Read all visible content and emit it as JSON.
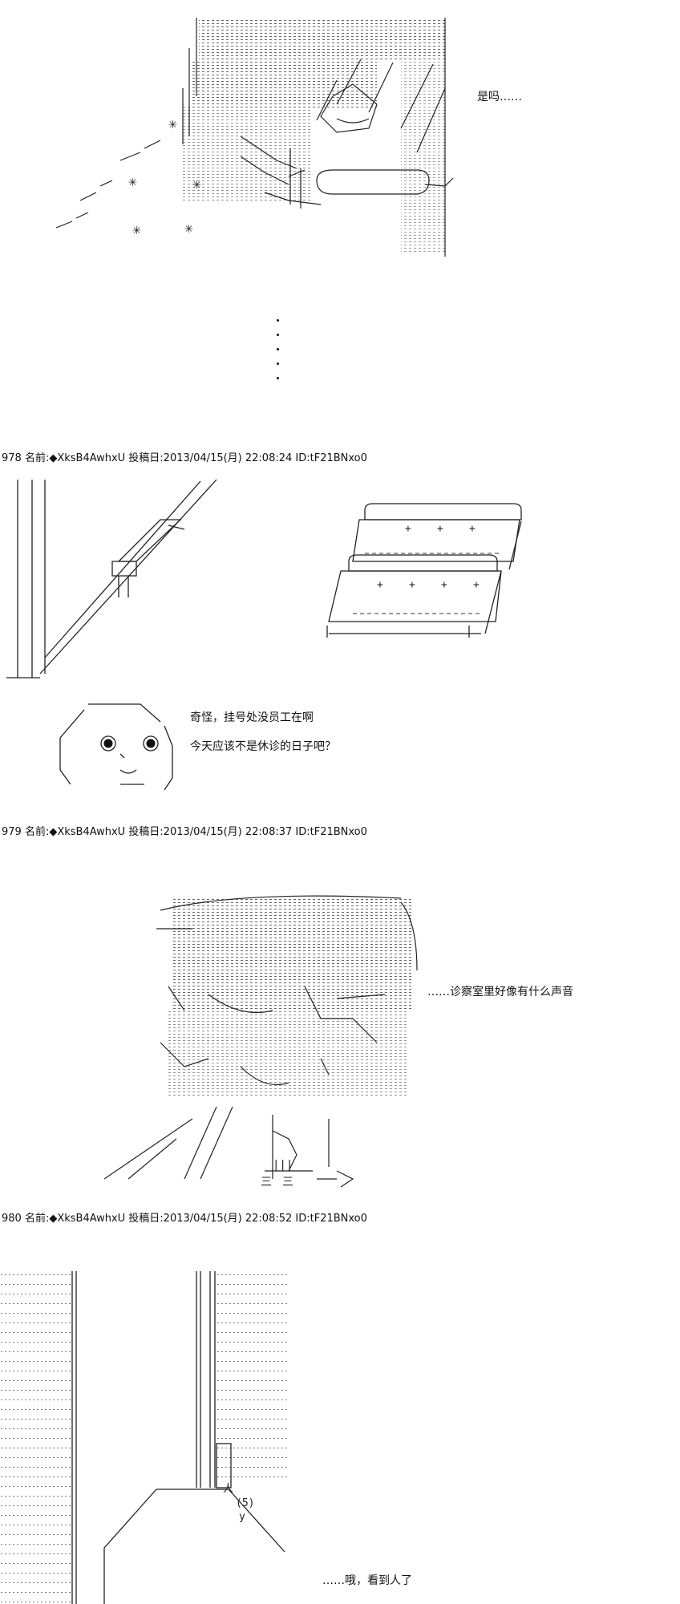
{
  "posts": [
    {
      "number": "978",
      "label": "名前",
      "name": "◆XksB4AwhxU",
      "date_label": "投稿日",
      "date": "2013/04/15(月) 22:08:24",
      "id": "ID:tF21BNxo0"
    },
    {
      "number": "979",
      "label": "名前",
      "name": "◆XksB4AwhxU",
      "date_label": "投稿日",
      "date": "2013/04/15(月) 22:08:37",
      "id": "ID:tF21BNxo0"
    },
    {
      "number": "980",
      "label": "名前",
      "name": "◆XksB4AwhxU",
      "date_label": "投稿日",
      "date": "2013/04/15(月) 22:08:52",
      "id": "ID:tF21BNxo0"
    }
  ],
  "headers": [
    "978 名前:◆XksB4AwhxU 投稿日:2013/04/15(月) 22:08:24 ID:tF21BNxo0",
    "979 名前:◆XksB4AwhxU 投稿日:2013/04/15(月) 22:08:37 ID:tF21BNxo0",
    "980 名前:◆XksB4AwhxU 投稿日:2013/04/15(月) 22:08:52 ID:tF21BNxo0"
  ],
  "dialogue": {
    "panel1": "是吗……",
    "panel2_line1": "奇怪，挂号处没员工在啊",
    "panel2_line2": "今天应该不是休诊的日子吧？",
    "panel3": "……诊察室里好像有什么声音",
    "panel4": "……哦，看到人了"
  },
  "art_text": {
    "sign_number": "(5)"
  }
}
